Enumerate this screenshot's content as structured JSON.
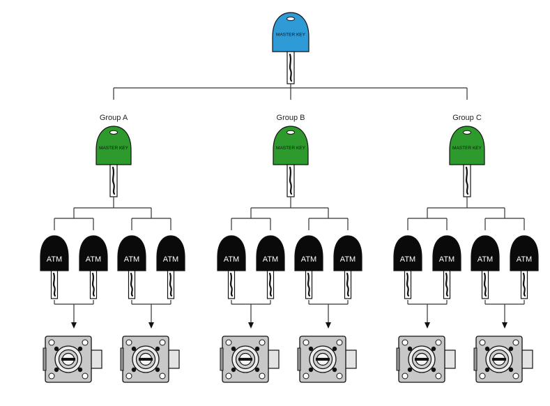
{
  "colors": {
    "master_key": "#2f9bd6",
    "group_key": "#2e9a2e",
    "atm_key": "#0a0a0a",
    "connector": "#333333"
  },
  "master": {
    "label": "MASTER KEY"
  },
  "groups": [
    {
      "name": "Group A",
      "key_label": "MASTER KEY",
      "subgroups": [
        {
          "keys": [
            "ATM",
            "ATM"
          ],
          "lock": "ATM lock"
        },
        {
          "keys": [
            "ATM",
            "ATM"
          ],
          "lock": "ATM lock"
        }
      ]
    },
    {
      "name": "Group B",
      "key_label": "MASTER KEY",
      "subgroups": [
        {
          "keys": [
            "ATM",
            "ATM"
          ],
          "lock": "ATM lock"
        },
        {
          "keys": [
            "ATM",
            "ATM"
          ],
          "lock": "ATM lock"
        }
      ]
    },
    {
      "name": "Group C",
      "key_label": "MASTER KEY",
      "subgroups": [
        {
          "keys": [
            "ATM",
            "ATM"
          ],
          "lock": "ATM lock"
        },
        {
          "keys": [
            "ATM",
            "ATM"
          ],
          "lock": "ATM lock"
        }
      ]
    }
  ]
}
